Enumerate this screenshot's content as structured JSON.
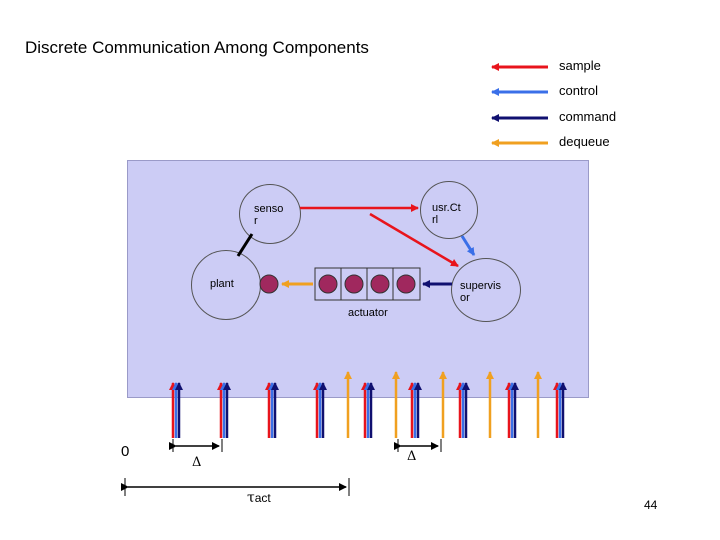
{
  "title": "Discrete Communication Among Components",
  "legend": [
    {
      "label": "sample",
      "color": "#e8141c"
    },
    {
      "label": "control",
      "color": "#3a6fe8"
    },
    {
      "label": "command",
      "color": "#101070"
    },
    {
      "label": "dequeue",
      "color": "#f0a020"
    }
  ],
  "nodes": {
    "sensor": "senso\nr",
    "usrctrl": "usr.Ct\nrl",
    "plant": "plant",
    "supervisor": "supervis\nor",
    "actuator": "actuator"
  },
  "timeline": {
    "zero_label": "0",
    "delta_symbol": "Δ",
    "tau_symbol": "τ",
    "tau_subscript": "act"
  },
  "page_number": "44",
  "colors": {
    "panel": "#ccccf5",
    "queue_dot": "#a0285e",
    "sample": "#e8141c",
    "control": "#3a6fe8",
    "command": "#101070",
    "dequeue": "#f0a020"
  }
}
